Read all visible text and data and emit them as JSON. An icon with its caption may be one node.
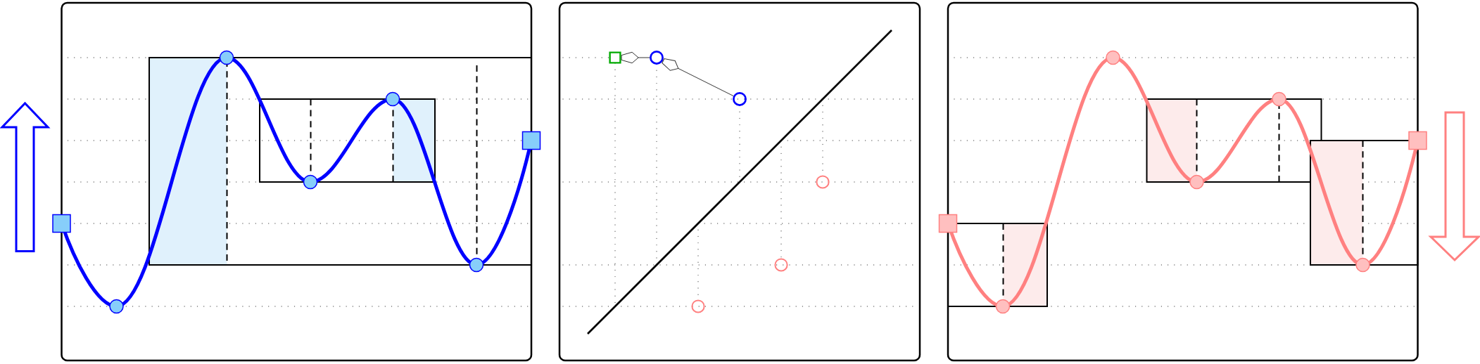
{
  "diagram": {
    "nodes": [
      {
        "text": [],
        "shape": "box"
      },
      {
        "text": [],
        "shape": "circle"
      },
      {
        "text": [],
        "shape": "circle"
      },
      {
        "text": [],
        "shape": "circle"
      },
      {
        "text": [],
        "shape": "circle"
      },
      {
        "text": [],
        "shape": "circle"
      }
    ],
    "edges": [
      {
        "from": 0,
        "to": 1,
        "arrow": "other"
      },
      {
        "from": 1,
        "to": 2,
        "arrow": "other"
      }
    ]
  }
}
